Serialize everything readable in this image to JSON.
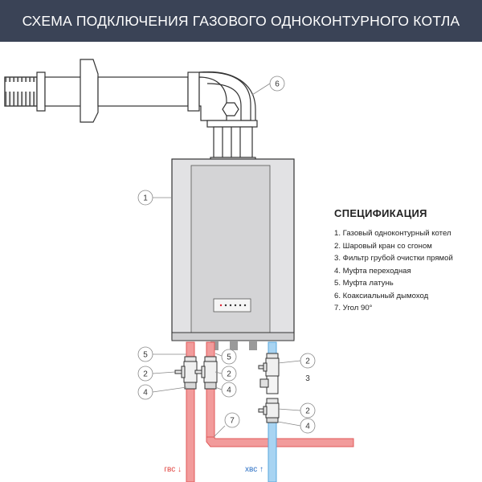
{
  "header": {
    "title": "СХЕМА ПОДКЛЮЧЕНИЯ ГАЗОВОГО ОДНОКОНТУРНОГО КОТЛА"
  },
  "spec": {
    "title": "СПЕЦИФИКАЦИЯ",
    "items": [
      "1. Газовый одноконтурный котел",
      "2. Шаровый кран со сгоном",
      "3. Фильтр грубой очистки прямой",
      "4. Муфта переходная",
      "5. Муфта латунь",
      "6. Коаксиальный дымоход",
      "7. Угол 90°"
    ]
  },
  "callouts": {
    "c1": "1",
    "c2a": "2",
    "c2b": "2",
    "c2c": "2",
    "c2d": "2",
    "c3": "3",
    "c4a": "4",
    "c4b": "4",
    "c4c": "4",
    "c5a": "5",
    "c5b": "5",
    "c6": "6",
    "c7": "7"
  },
  "flows": {
    "hot": "гвс ↓",
    "cold": "хвс ↑"
  },
  "colors": {
    "hot_pipe": "#f29b9b",
    "hot_pipe_edge": "#e05a5a",
    "cold_pipe": "#a8d4f2",
    "cold_pipe_edge": "#5aa7dc",
    "hot_text": "#e0433f",
    "cold_text": "#2a6fc4",
    "header_bg": "#3a4356"
  }
}
